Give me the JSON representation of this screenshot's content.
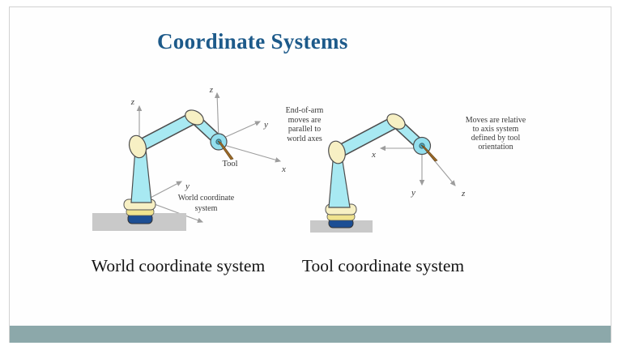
{
  "title": "Coordinate Systems",
  "left_diagram": {
    "caption": "World coordinate system",
    "frame_label_lines": [
      "World coordinate",
      "system"
    ],
    "annotation_lines": [
      "End-of-arm",
      "moves are",
      "parallel to",
      "world axes"
    ],
    "tool_label": "Tool",
    "axis_labels": {
      "base_z": "z",
      "base_y": "y",
      "wrist_z": "z",
      "wrist_y": "y",
      "wrist_x": "x"
    }
  },
  "right_diagram": {
    "caption": "Tool coordinate system",
    "annotation_lines": [
      "Moves are relative",
      "to axis system",
      "defined by tool",
      "orientation"
    ],
    "axis_labels": {
      "x": "x",
      "y": "y",
      "z": "z"
    }
  },
  "colors": {
    "title_text": "#1d5a8a",
    "footer_bar": "#8CA8AA",
    "slide_border": "#d2d2d2",
    "arm_link": "#a8e9f2",
    "wrist": "#93dfee",
    "joint_cream": "#f7f0c4",
    "base_yellow": "#f0e38e",
    "base_navy": "#1c4e94",
    "ground_gray": "#c9c9c9",
    "tool_brown": "#9c6a28",
    "axis_gray": "#9d9d9d"
  }
}
